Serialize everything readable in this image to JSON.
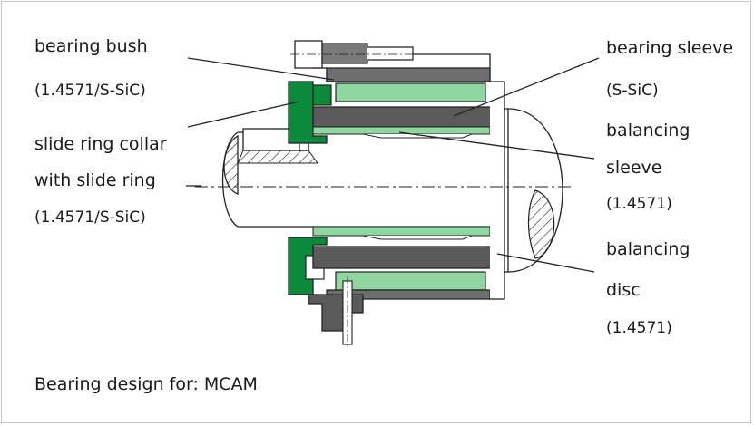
{
  "labels": {
    "bearing_bush": "bearing bush",
    "bearing_bush_material": "(1.4571/S-SiC)",
    "slide_ring_collar": "slide ring collar",
    "with_slide_ring": "with slide ring",
    "slide_ring_material": "(1.4571/S-SiC)",
    "bearing_sleeve": "bearing sleeve",
    "bearing_sleeve_material": "(S-SiC)",
    "balancing": "balancing",
    "sleeve": "sleeve",
    "balancing_sleeve_material": "(1.4571)",
    "balancing2": "balancing",
    "disc": "disc",
    "balancing_disc_material": "(1.4571)"
  },
  "caption": "Bearing design for: MCAM",
  "colors": {
    "collar_green": "#0a8a3a",
    "bearing_light_green": "#8fd6a0",
    "sleeve_dark_gray": "#5a5a5a",
    "housing_gray": "#6e6e6e",
    "outline": "#222222"
  }
}
